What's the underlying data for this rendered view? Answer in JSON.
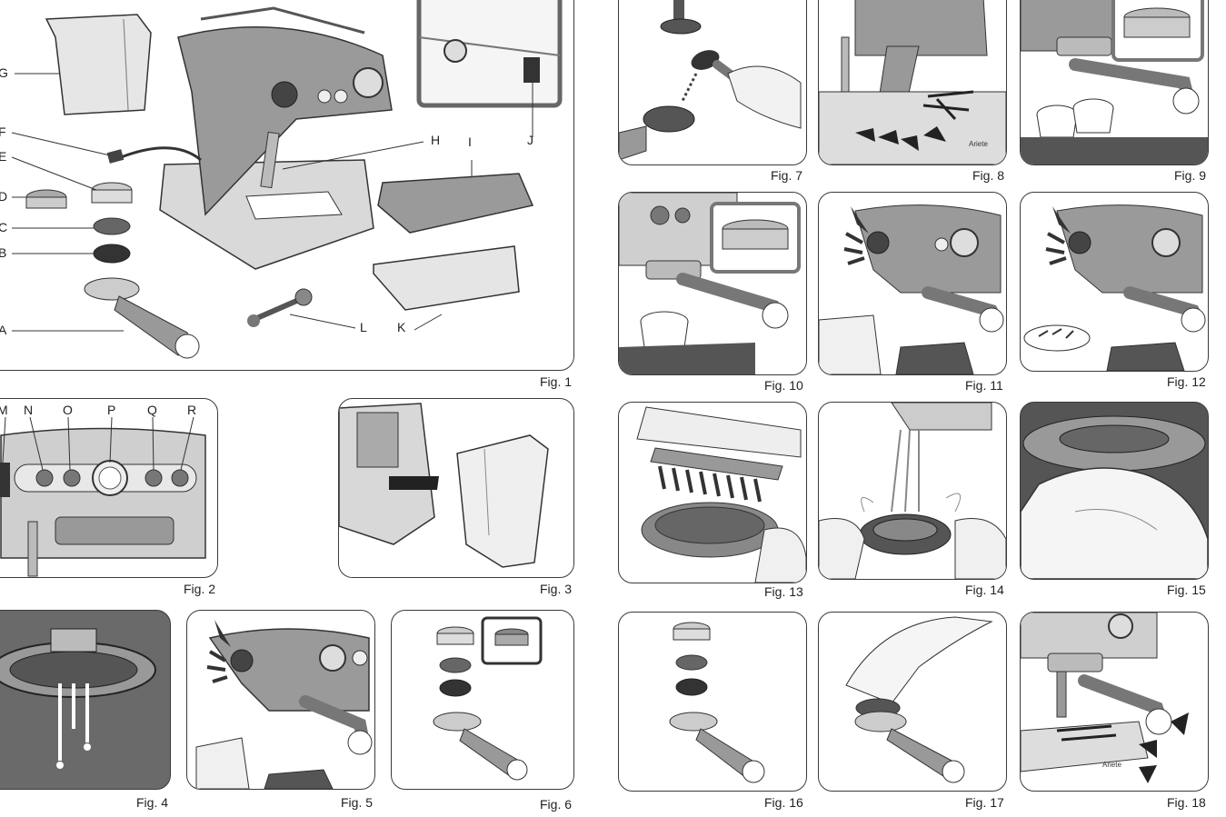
{
  "figures": {
    "fig1": "Fig. 1",
    "fig2": "Fig. 2",
    "fig3": "Fig. 3",
    "fig4": "Fig. 4",
    "fig5": "Fig. 5",
    "fig6": "Fig. 6",
    "fig7": "Fig. 7",
    "fig8": "Fig. 8",
    "fig9": "Fig. 9",
    "fig10": "Fig. 10",
    "fig11": "Fig. 11",
    "fig12": "Fig. 12",
    "fig13": "Fig. 13",
    "fig14": "Fig. 14",
    "fig15": "Fig. 15",
    "fig16": "Fig. 16",
    "fig17": "Fig. 17",
    "fig18": "Fig. 18"
  },
  "parts": {
    "G": "G",
    "F": "F",
    "E": "E",
    "D": "D",
    "C": "C",
    "B": "B",
    "A": "A",
    "H": "H",
    "I": "I",
    "J": "J",
    "K": "K",
    "L": "L"
  },
  "controls": {
    "M": "M",
    "N": "N",
    "O": "O",
    "P": "P",
    "Q": "Q",
    "R": "R"
  },
  "brand": "Ariete"
}
